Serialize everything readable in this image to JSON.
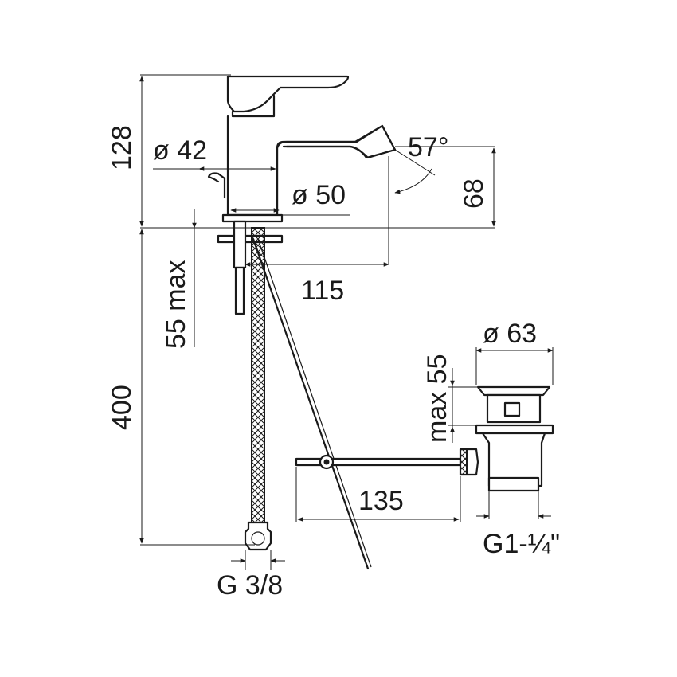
{
  "dimensions": {
    "height_total": "128",
    "diameter_42": "ø 42",
    "diameter_50": "ø 50",
    "angle": "57°",
    "spout_height": "68",
    "rod_max": "55 max",
    "reach": "115",
    "hose_length": "400",
    "waste_diameter": "ø 63",
    "waste_max": "max 55",
    "rod_length": "135",
    "waste_thread": "G1-¼\"",
    "hose_thread": "G 3/8"
  },
  "colors": {
    "line": "#1a1a1a",
    "background": "#ffffff"
  }
}
